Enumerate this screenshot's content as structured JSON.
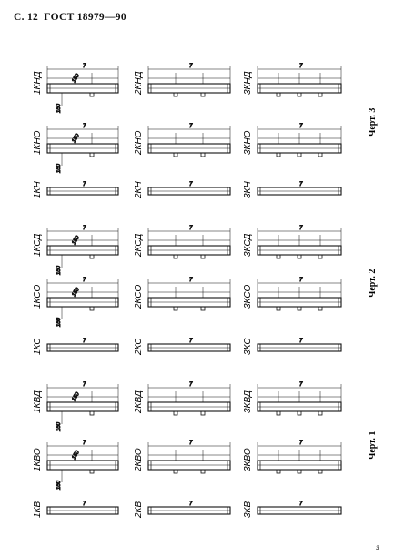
{
  "header": {
    "page_prefix": "С. 12",
    "standard": "ГОСТ 18979—90"
  },
  "figure_labels": [
    "Черт. 3",
    "Черт. 2",
    "Черт. 1"
  ],
  "dim_seven": "7",
  "dim_150": "150",
  "page_mark": "3",
  "bands": [
    {
      "id": "kn",
      "labels": [
        "1КНД",
        "2КНД",
        "3КНД",
        "1КНО",
        "2КНО",
        "3КНО",
        "1КН",
        "2КН",
        "3КН"
      ]
    },
    {
      "id": "ks",
      "labels": [
        "1КСД",
        "2КСД",
        "3КСД",
        "1КСО",
        "2КСО",
        "3КСО",
        "1КС",
        "2КС",
        "3КС"
      ]
    },
    {
      "id": "kv",
      "labels": [
        "1КВД",
        "2КВД",
        "3КВД",
        "1КВО",
        "2КВО",
        "3КВО",
        "1КВ",
        "2КВ",
        "3КВ"
      ]
    }
  ]
}
